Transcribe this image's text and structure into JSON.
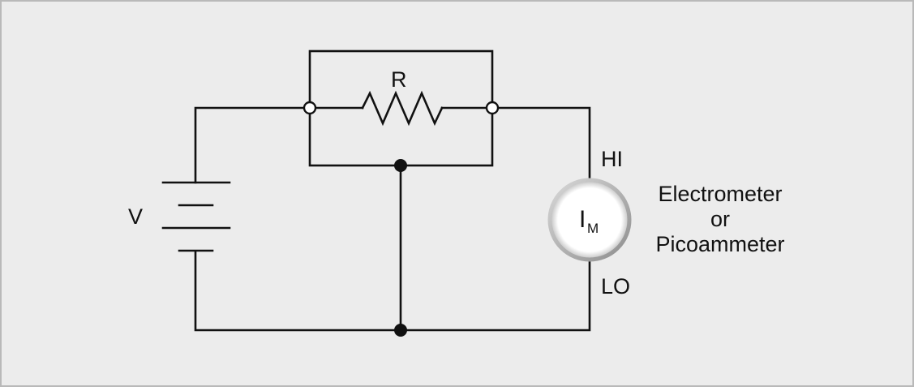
{
  "colors": {
    "background": "#ececec",
    "border": "#b9b9b9",
    "wire": "#111111",
    "meter_face": "#ffffff",
    "meter_ring": "#a8a8a8"
  },
  "labels": {
    "resistor": "R",
    "source": "V",
    "meter_terminal_high": "HI",
    "meter_terminal_low": "LO",
    "meter_symbol": "I",
    "meter_subscript": "M",
    "meter_desc_line1": "Electrometer",
    "meter_desc_line2": "or",
    "meter_desc_line3": "Picoammeter"
  },
  "icons": {
    "resistor": "zigzag-resistor-icon",
    "battery": "battery-cell-icon",
    "meter": "circular-meter-icon"
  }
}
